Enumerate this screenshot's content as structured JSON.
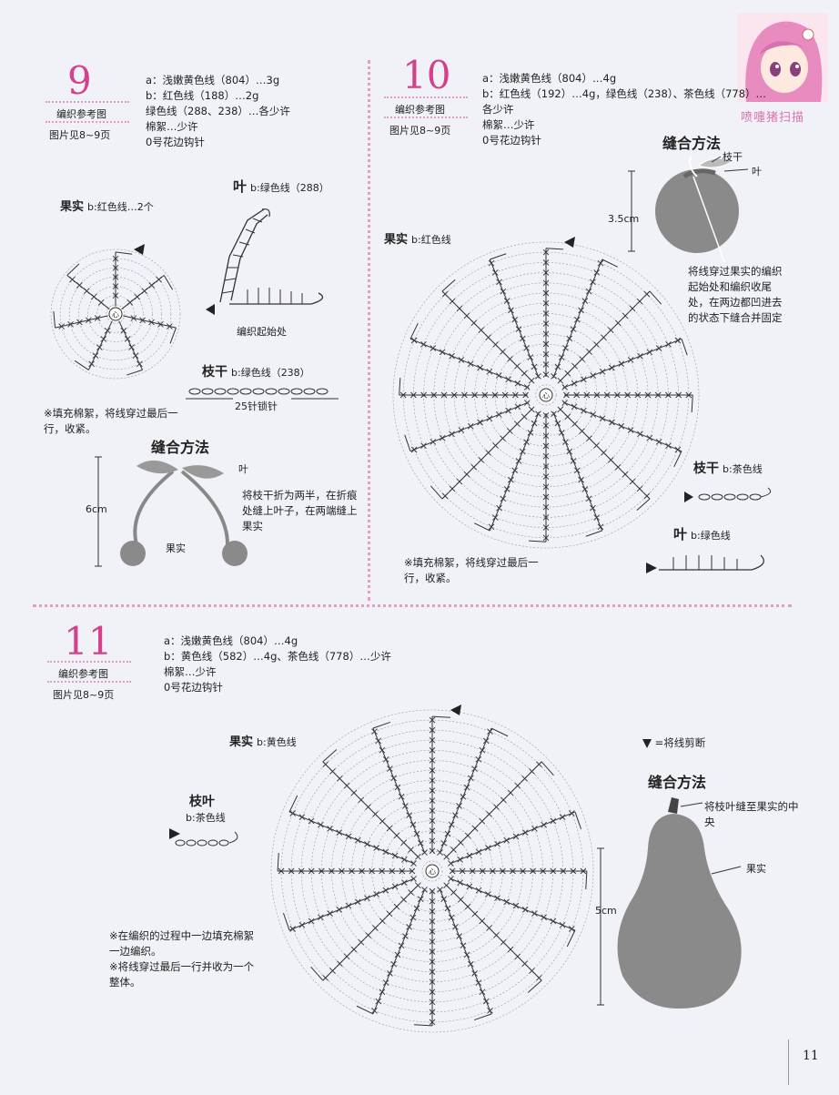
{
  "page_number": "11",
  "watermark": "喷嚏猪扫描",
  "symbol_legend": "=将线剪断",
  "common": {
    "tag": "编织参考图",
    "ref": "图片见8~9页",
    "center_mark": "心"
  },
  "p9": {
    "number": "9",
    "materials": [
      "a：浅嫩黄色线（804）…3g",
      "b：红色线（188）…2g",
      "绿色线（288、238）…各少许",
      "棉絮…少许",
      "0号花边钩针"
    ],
    "fruit": {
      "title": "果实",
      "sub": "b:红色线…2个"
    },
    "leaf": {
      "title": "叶",
      "sub": "b:绿色线（288）",
      "start": "编织起始处"
    },
    "stem": {
      "title": "枝干",
      "sub": "b:绿色线（238）",
      "chain": "25针锁针"
    },
    "note": "※填充棉絮，将线穿过最后一行，收紧。",
    "assembly": {
      "title": "缝合方法",
      "leaf": "叶",
      "fruit": "果实",
      "size": "6cm",
      "text": "将枝干折为两半，在折痕处缝上叶子，在两端缝上果实"
    }
  },
  "p10": {
    "number": "10",
    "materials": [
      "a：浅嫩黄色线（804）…4g",
      "b：红色线（192）…4g，绿色线（238）、茶色线（778）…",
      "各少许",
      "棉絮…少许",
      "0号花边钩针"
    ],
    "assembly": {
      "title": "缝合方法",
      "stem": "枝干",
      "leaf": "叶",
      "size": "3.5cm",
      "text": "将线穿过果实的编织起始处和编织收尾处，在两边都凹进去的状态下缝合并固定"
    },
    "fruit": {
      "title": "果实",
      "sub": "b:红色线"
    },
    "stem": {
      "title": "枝干",
      "sub": "b:茶色线"
    },
    "leaf": {
      "title": "叶",
      "sub": "b:绿色线"
    },
    "note": "※填充棉絮，将线穿过最后一行，收紧。"
  },
  "p11": {
    "number": "11",
    "materials": [
      "a：浅嫩黄色线（804）…4g",
      "b：黄色线（582）…4g、茶色线（778）…少许",
      "棉絮…少许",
      "0号花边钩针"
    ],
    "fruit": {
      "title": "果实",
      "sub": "b:黄色线"
    },
    "stemleaf": {
      "title": "枝叶",
      "sub": "b:茶色线"
    },
    "notes": [
      "※在编织的过程中一边填充棉絮一边编织。",
      "※将线穿过最后一行并收为一个整体。"
    ],
    "assembly": {
      "title": "缝合方法",
      "text": "将枝叶缝至果实的中央",
      "fruit": "果实",
      "size": "5cm"
    }
  },
  "colors": {
    "accent": "#d4408c",
    "divider": "#e0a0c4",
    "chart_ink": "#333333",
    "fill_gray": "#8a8a8a"
  }
}
